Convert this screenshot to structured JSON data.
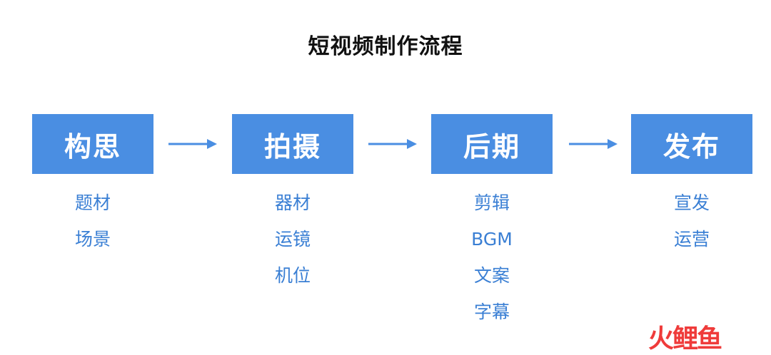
{
  "title": "短视频制作流程",
  "colors": {
    "stage_bg": "#4a8ee2",
    "stage_text": "#ffffff",
    "item_text": "#3a7fd4",
    "arrow": "#4a8ee2",
    "watermark": "#ef3b3a"
  },
  "stages": [
    {
      "label": "构思",
      "items": [
        "题材",
        "场景"
      ]
    },
    {
      "label": "拍摄",
      "items": [
        "器材",
        "运镜",
        "机位"
      ]
    },
    {
      "label": "后期",
      "items": [
        "剪辑",
        "BGM",
        "文案",
        "字幕"
      ]
    },
    {
      "label": "发布",
      "items": [
        "宣发",
        "运营"
      ]
    }
  ],
  "watermark": {
    "text": "火鲤鱼"
  }
}
